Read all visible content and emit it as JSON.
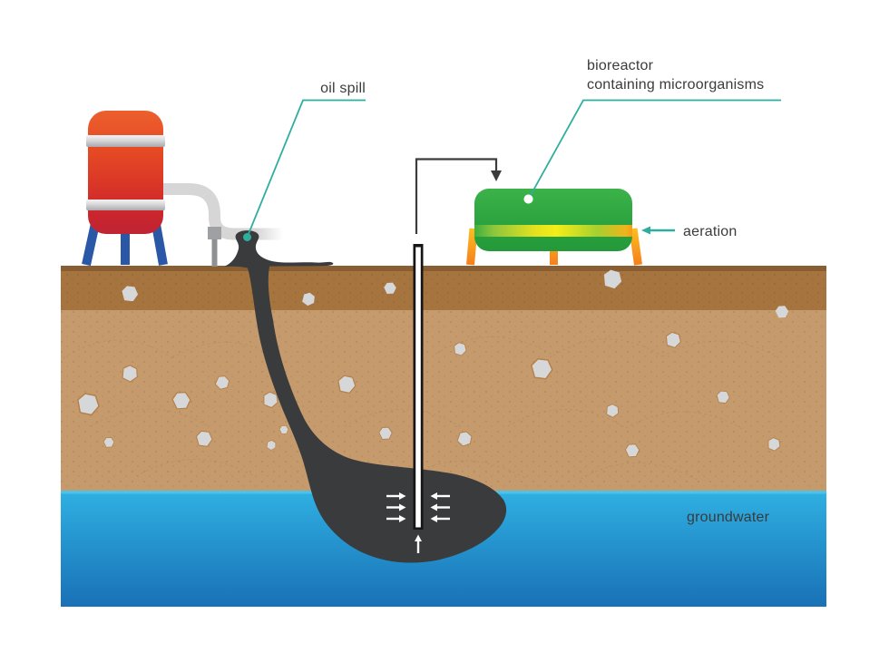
{
  "scene": {
    "type": "bioremediation-diagram",
    "labels": {
      "oil_spill": "oil spill",
      "bioreactor_line1": "bioreactor",
      "bioreactor_line2": "containing microorganisms",
      "aeration": "aeration",
      "groundwater": "groundwater"
    },
    "colors": {
      "callout": "#2fae9f",
      "label_text": "#3b3b3b",
      "oil": "#3a3b3d",
      "soil_surface_strip": "#8a5e33",
      "soil_upper": "#a6753f",
      "soil_lower": "#c59a6c",
      "stone": "#d6d7d9",
      "water_top": "#2fb0e2",
      "water_bottom": "#1971b6",
      "tank_red": "#da3627",
      "tank_leg_blue": "#2b57a7",
      "pipe_gray": "#d6d6d6",
      "bioreactor_green": "#2ca33e",
      "aeration_band_yellow": "#f4ed18",
      "bioreactor_leg_orange": "#f6871f",
      "flow_arrow_white": "#ffffff",
      "line_dark": "#3c3c3c"
    }
  }
}
